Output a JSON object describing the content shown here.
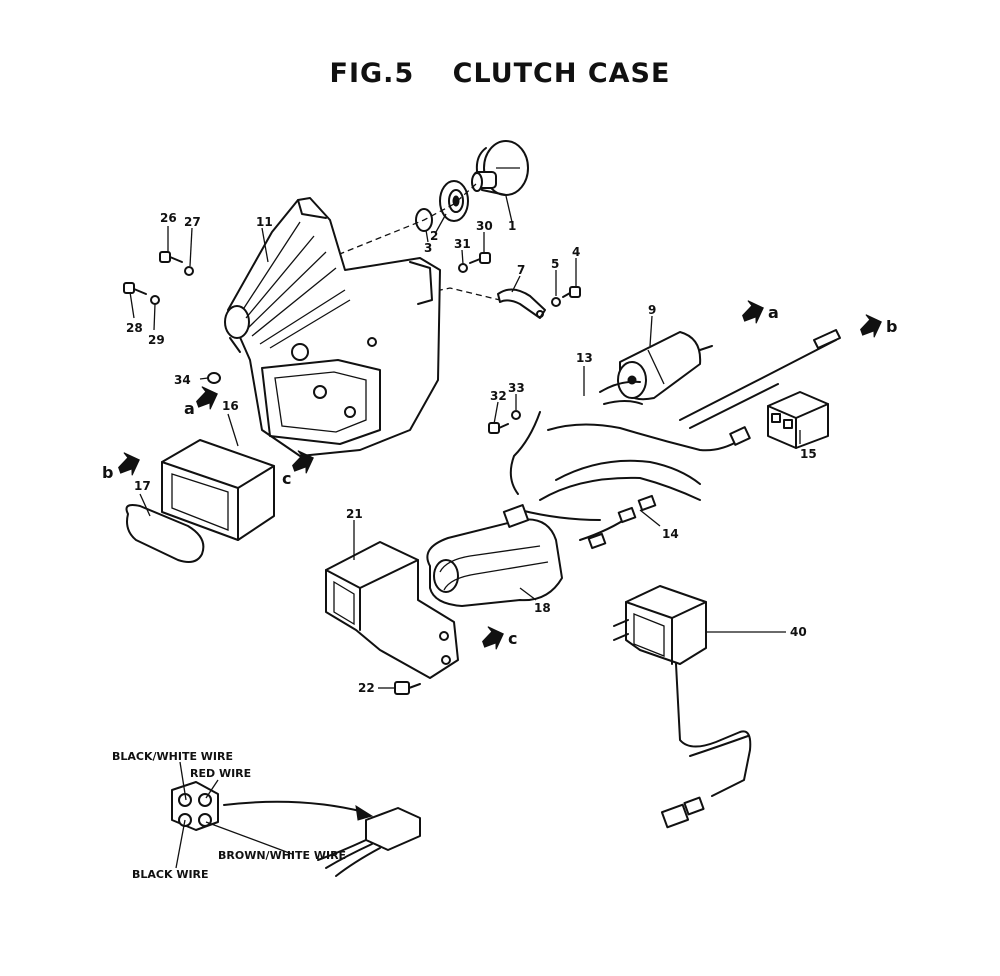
{
  "title": {
    "fig": "FIG.5",
    "name": "CLUTCH CASE"
  },
  "parts": [
    "1",
    "2",
    "3",
    "4",
    "5",
    "7",
    "9",
    "11",
    "13",
    "14",
    "15",
    "16",
    "17",
    "18",
    "21",
    "22",
    "26",
    "27",
    "28",
    "29",
    "30",
    "31",
    "32",
    "33",
    "34",
    "40"
  ],
  "refs": [
    "a",
    "b",
    "c"
  ],
  "wires": {
    "black_white": "BLACK/WHITE WIRE",
    "red": "RED WIRE",
    "brown_white": "BROWN/WHITE WIRE",
    "black": "BLACK WIRE"
  }
}
